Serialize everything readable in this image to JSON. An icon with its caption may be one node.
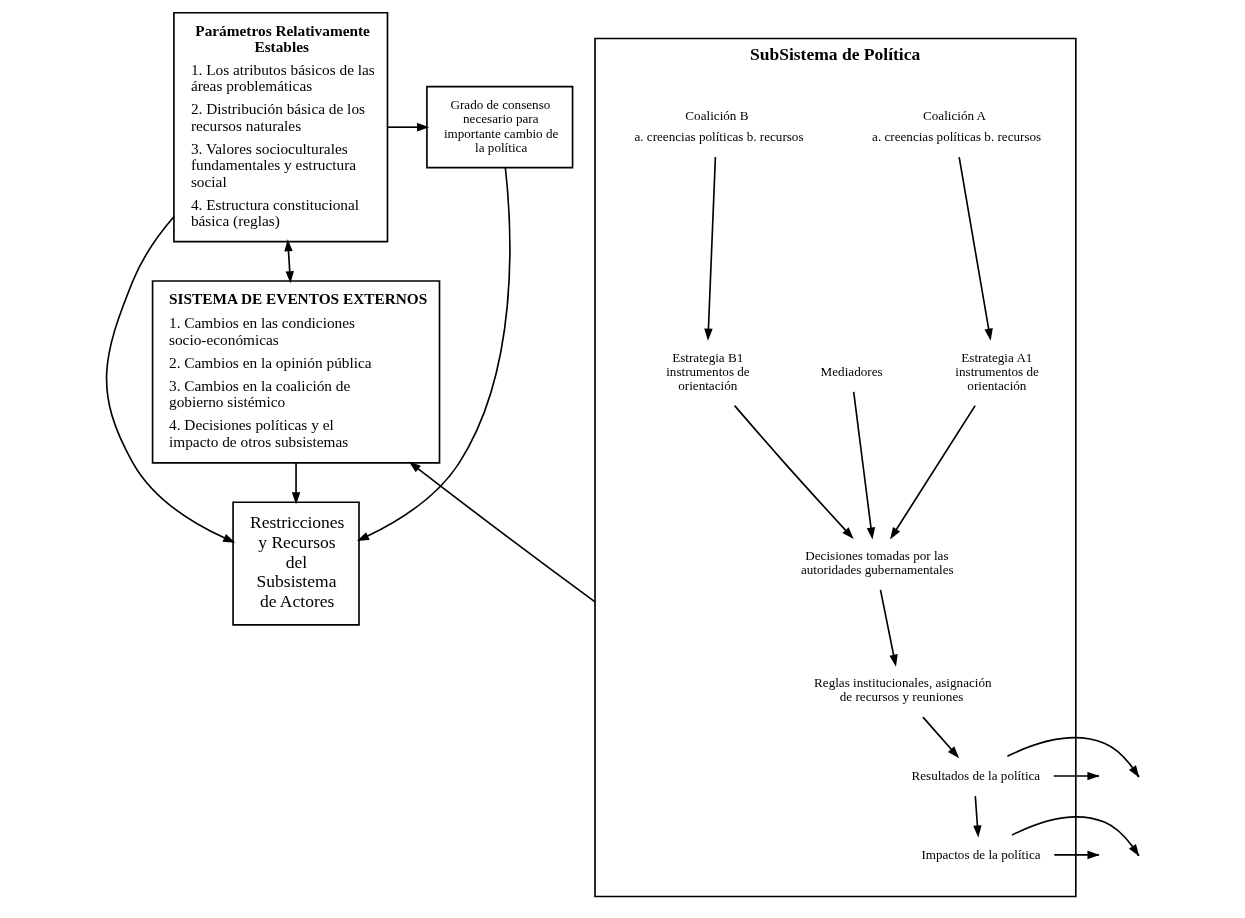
{
  "diagram": {
    "nodes": [
      {
        "text": [
          "Parámetros Relativamente Estables",
          "1. Los atributos básicos de las áreas problemáticas",
          "2. Distribución básica de los recursos naturales",
          "3. Valores socioculturales fundamentales y estructura social",
          "4. Estructura constitucional básica (reglas)"
        ]
      },
      {
        "text": [
          "Grado de consenso necesario para importante cambio de la política"
        ]
      },
      {
        "text": [
          "Restricciones y Recursos del Subsistema de Actores"
        ]
      },
      {
        "text": [
          "SISTEMA DE EVENTOS EXTERNOS",
          "1. Cambios en las condiciones socio-económicas",
          "2. Cambios en la opinión pública",
          "3. Cambios en la coalición de gobierno sistémico",
          "4. Decisiones políticas y el impacto de otros subsistemas"
        ]
      },
      {
        "text": [
          "SubSistema de Política"
        ]
      },
      {
        "text": [
          "Coalición A",
          "a. creencias políticas b. recursos"
        ],
        "in": 4
      },
      {
        "text": [
          "Mediadores"
        ],
        "in": 4
      },
      {
        "text": [
          "Coalición B",
          "a. creencias políticas b. recursos"
        ],
        "in": 4
      },
      {
        "text": [
          "Estrategia A1 instrumentos de orientación"
        ],
        "in": 4
      },
      {
        "text": [
          "Estrategia B1 instrumentos de orientación"
        ],
        "in": 4
      },
      {
        "text": [
          "Decisiones tomadas por las autoridades gubernamentales"
        ],
        "in": 4
      },
      {
        "text": [
          "Reglas institucionales, asignación de recursos y reuniones"
        ],
        "in": 4
      },
      {
        "text": [
          "Resultados de la política"
        ],
        "in": 4
      },
      {
        "text": [
          "Impactos de la política"
        ],
        "in": 4
      }
    ],
    "edges": [
      {
        "from": 0,
        "to": 1,
        "arrow": "to"
      },
      {
        "from": 0,
        "to": 2,
        "arrow": "to"
      },
      {
        "from": 1,
        "to": 2,
        "arrow": "to"
      },
      {
        "from": 0,
        "to": 3,
        "arrow": "both"
      },
      {
        "from": 3,
        "to": 2,
        "arrow": "to"
      },
      {
        "from": 5,
        "to": 8,
        "arrow": "to"
      },
      {
        "from": 7,
        "to": 9,
        "arrow": "to"
      },
      {
        "from": 6,
        "to": 10,
        "arrow": "to"
      },
      {
        "from": 8,
        "to": 10,
        "arrow": "to"
      },
      {
        "from": 9,
        "to": 10,
        "arrow": "to"
      },
      {
        "from": 10,
        "to": 11,
        "arrow": "to"
      },
      {
        "from": 11,
        "to": 12,
        "arrow": "to"
      },
      {
        "from": 12,
        "to": 13,
        "arrow": "to"
      },
      {
        "from": 12,
        "to": null,
        "arrow": "to"
      },
      {
        "from": 12,
        "to": null,
        "arrow": "to"
      },
      {
        "from": 13,
        "to": null,
        "arrow": "to"
      },
      {
        "from": 13,
        "to": null,
        "arrow": "to"
      },
      {
        "from": 4,
        "to": 3,
        "arrow": "to"
      }
    ]
  }
}
